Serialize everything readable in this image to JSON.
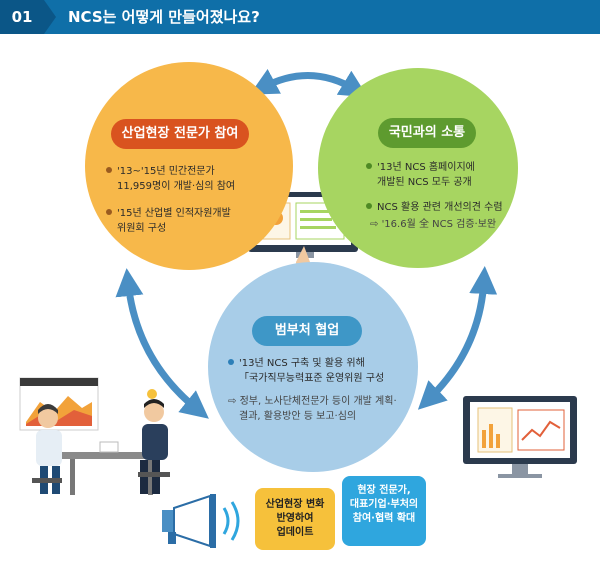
{
  "header": {
    "number": "01",
    "title": "NCS는 어떻게 만들어졌나요?"
  },
  "orange_circle": {
    "title": "산업현장 전문가 참여",
    "items": [
      {
        "line1": "'13~'15년 민간전문가",
        "line2": "11,959명이 개발·심의 참여"
      },
      {
        "line1": "'15년 산업별 인적자원개발",
        "line2": "위원회 구성"
      }
    ]
  },
  "green_circle": {
    "title": "국민과의 소통",
    "items": [
      {
        "line1": "'13년 NCS 홈페이지에",
        "line2": "개발된 NCS 모두 공개"
      },
      {
        "line1": "NCS 활용 관련 개선의견 수렴"
      }
    ],
    "sub_note": "'16.6월 全 NCS 검증·보완"
  },
  "blue_circle": {
    "title": "범부처 협업",
    "items": [
      {
        "line1": "'13년 NCS 구축 및 활용 위해",
        "line2": "「국가직무능력표준 운영위원 구성"
      }
    ],
    "sub_note_line1": "정부, 노사단체전문가 등이 개발 계획·",
    "sub_note_line2": "결과, 활용방안 등 보고·심의"
  },
  "bubbles": {
    "yellow": {
      "line1": "산업현장 변화",
      "line2": "반영하여",
      "line3": "업데이트"
    },
    "blue": {
      "line1": "현장 전문가,",
      "line2": "대표기업·부처의",
      "line3": "참여·협력 확대"
    }
  },
  "colors": {
    "header": "#0f6fa8",
    "orange": "#f7b84a",
    "green": "#a7d561",
    "blue": "#a8cde8",
    "orange_pill": "#d9531f",
    "green_pill": "#5e9b2f",
    "blue_pill": "#3e97c7",
    "arrow": "#4a8fc4"
  }
}
